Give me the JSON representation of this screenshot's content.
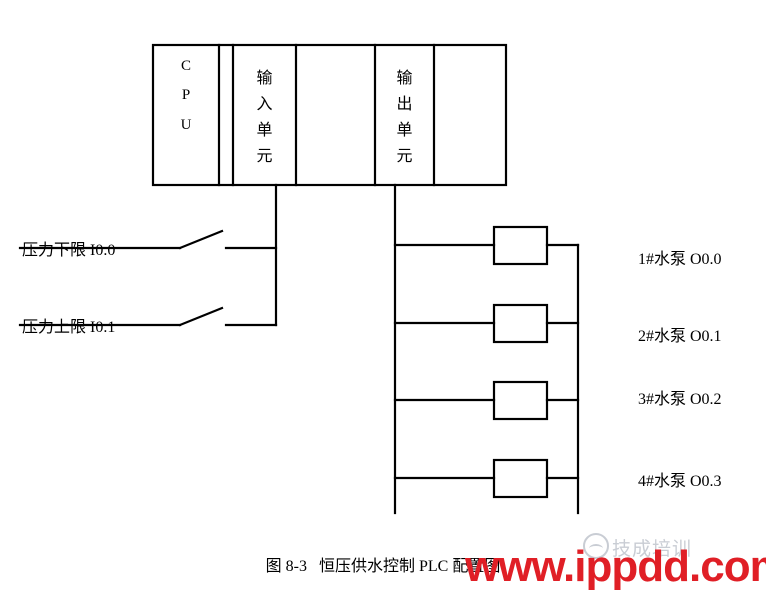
{
  "figure": {
    "caption": "图 8-3   恒压供水控制 PLC 配置图",
    "plc_module": {
      "cells": [
        {
          "name": "cpu",
          "label": "CPU",
          "letters": [
            "C",
            "P",
            "U"
          ],
          "orientation": "vertical"
        },
        {
          "name": "gap-1",
          "label": "",
          "orientation": "none"
        },
        {
          "name": "input-unit",
          "label": "输入单元",
          "characters": [
            "输",
            "入",
            "单",
            "元"
          ],
          "orientation": "vertical"
        },
        {
          "name": "blank-1",
          "label": "",
          "orientation": "none"
        },
        {
          "name": "output-unit",
          "label": "输出单元",
          "characters": [
            "输",
            "出",
            "单",
            "元"
          ],
          "orientation": "vertical"
        },
        {
          "name": "blank-2",
          "label": "",
          "orientation": "none"
        }
      ]
    },
    "inputs": [
      {
        "label": "压力下限 I0.0",
        "address": "I0.0",
        "description": "压力下限",
        "contact": "normally-open"
      },
      {
        "label": "压力上限 I0.1",
        "address": "I0.1",
        "description": "压力上限",
        "contact": "normally-open"
      }
    ],
    "outputs": [
      {
        "label": "1#水泵 O0.0",
        "address": "O0.0",
        "description": "1#水泵"
      },
      {
        "label": "2#水泵 O0.1",
        "address": "O0.1",
        "description": "2#水泵"
      },
      {
        "label": "3#水泵 O0.2",
        "address": "O0.2",
        "description": "3#水泵"
      },
      {
        "label": "4#水泵 O0.3",
        "address": "O0.3",
        "description": "4#水泵"
      }
    ],
    "colors": {
      "line": "#000000",
      "text": "#000000",
      "watermark_url": "#e01f26",
      "watermark_logo": "#c9cdd4",
      "background": "#ffffff"
    }
  },
  "watermarks": {
    "url": "www.ippdd.com",
    "logo_text": "技成培训"
  }
}
